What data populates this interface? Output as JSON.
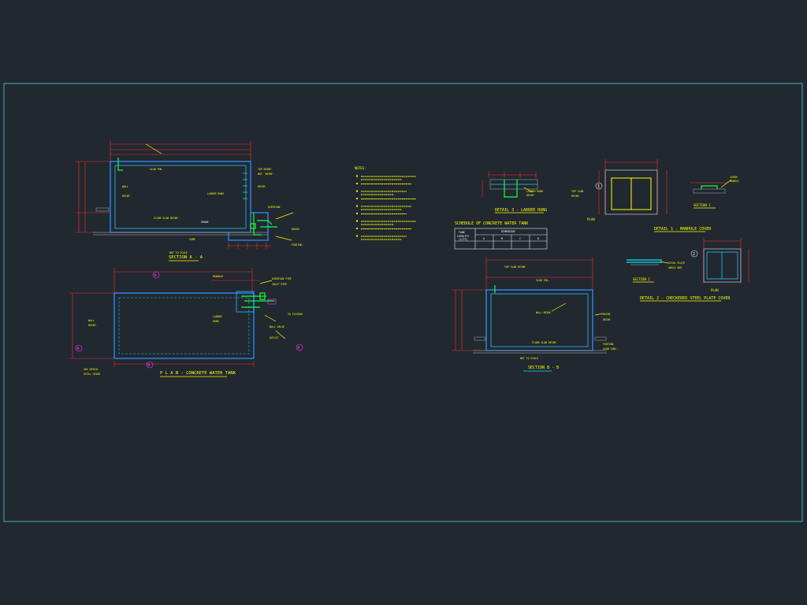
{
  "drawing": {
    "colors": {
      "background": "#212830",
      "frame": "#3fb3b3",
      "text": "#ffff00",
      "dimension": "#ff2a2a",
      "wall": "#2f8fff",
      "pipe": "#19ff3c"
    },
    "section_a_a": {
      "title": "SECTION A - A"
    },
    "plan": {
      "title": "P L A N - CONCRETE WATER TANK"
    },
    "notes": {
      "heading": "NOTES:",
      "count": 9
    },
    "schedule": {
      "title": "SCHEDULE OF CONCRETE WATER TANK",
      "col_tank": "TANK",
      "col_capacity": "CAPACITY",
      "col_liters": "(LITS)",
      "col_dimension": "DIMENSION",
      "col_a": "A",
      "col_b": "B",
      "col_c": "C",
      "col_d": "D"
    },
    "detail_3": {
      "title": "DETAIL 3 - LADDER RUNG"
    },
    "detail_1": {
      "title": "DETAIL 1 - MANHOLE COVER",
      "plan_label": "PLAN",
      "section_label": "SECTION 1"
    },
    "detail_2": {
      "title": "DETAIL 2 - CHECKERED STEEL PLATE COVER",
      "plan_label": "PLAN",
      "section_label": "SECTION 2"
    },
    "section_b_b": {
      "title": "SECTION B - B"
    },
    "markers": {
      "a": "A",
      "one": "1",
      "two": "2"
    }
  }
}
